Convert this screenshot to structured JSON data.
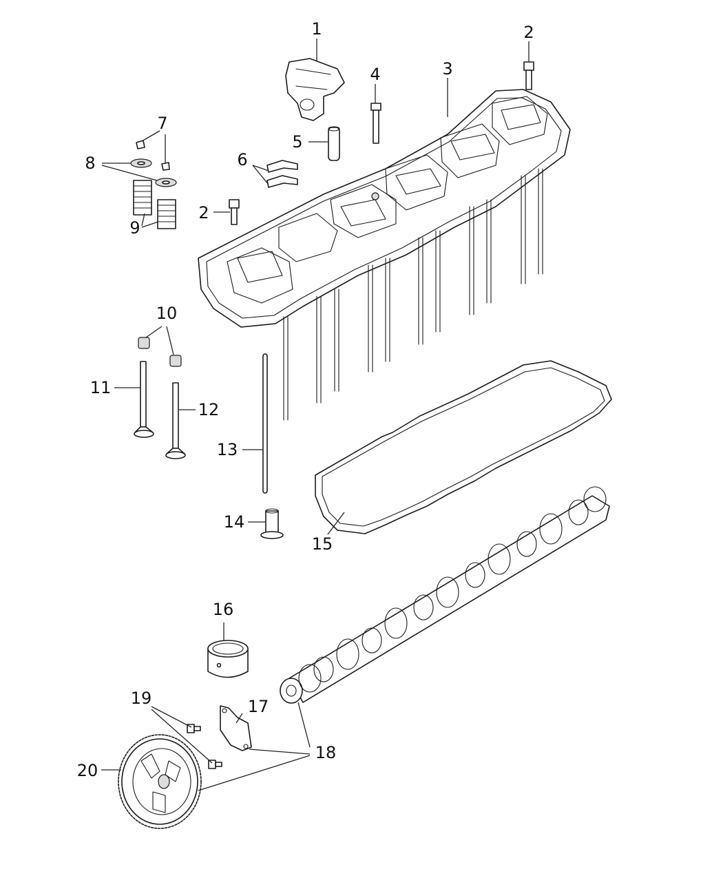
{
  "diagram": {
    "callouts": [
      {
        "id": "c1",
        "text": "1"
      },
      {
        "id": "c2a",
        "text": "2"
      },
      {
        "id": "c2b",
        "text": "2"
      },
      {
        "id": "c3",
        "text": "3"
      },
      {
        "id": "c4",
        "text": "4"
      },
      {
        "id": "c5",
        "text": "5"
      },
      {
        "id": "c6",
        "text": "6"
      },
      {
        "id": "c7",
        "text": "7"
      },
      {
        "id": "c8",
        "text": "8"
      },
      {
        "id": "c9",
        "text": "9"
      },
      {
        "id": "c10",
        "text": "10"
      },
      {
        "id": "c11",
        "text": "11"
      },
      {
        "id": "c12",
        "text": "12"
      },
      {
        "id": "c13",
        "text": "13"
      },
      {
        "id": "c14",
        "text": "14"
      },
      {
        "id": "c15",
        "text": "15"
      },
      {
        "id": "c16",
        "text": "16"
      },
      {
        "id": "c17",
        "text": "17"
      },
      {
        "id": "c18",
        "text": "18"
      },
      {
        "id": "c19",
        "text": "19"
      },
      {
        "id": "c20",
        "text": "20"
      }
    ]
  }
}
